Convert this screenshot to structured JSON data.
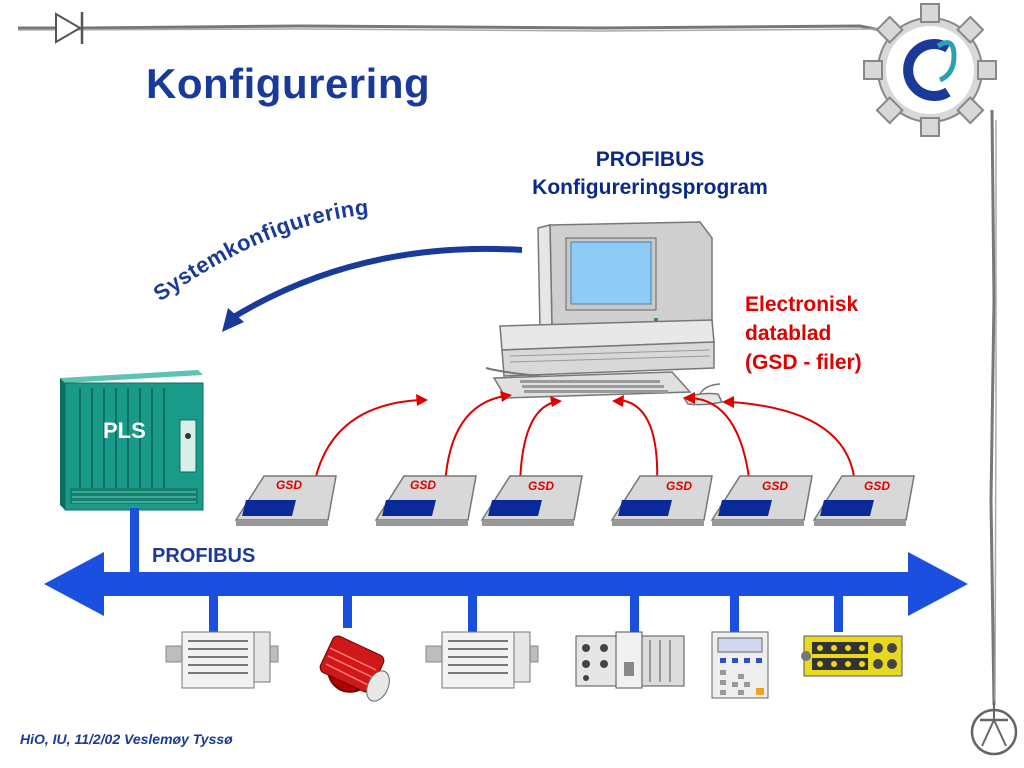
{
  "slide": {
    "title": "Konfigurering",
    "footer": "HiO, IU, 11/2/02 Veslemøy Tyssø"
  },
  "config_program": {
    "line1": "PROFIBUS",
    "line2": "Konfigureringsprogram"
  },
  "system_config": {
    "label": "Systemkonfigurering"
  },
  "gsd_description": {
    "line1": "Electronisk",
    "line2": "datablad",
    "line3": "(GSD - filer)"
  },
  "plc": {
    "label": "PLS"
  },
  "bus": {
    "label": "PROFIBUS"
  },
  "disks": [
    {
      "label": "GSD"
    },
    {
      "label": "GSD"
    },
    {
      "label": "GSD"
    },
    {
      "label": "GSD"
    },
    {
      "label": "GSD"
    },
    {
      "label": "GSD"
    }
  ],
  "devices": [
    {
      "icon": "io-module-icon"
    },
    {
      "icon": "motor-drive-icon"
    },
    {
      "icon": "io-module-icon"
    },
    {
      "icon": "controller-module-icon"
    },
    {
      "icon": "operator-panel-icon"
    },
    {
      "icon": "yellow-io-block-icon"
    }
  ],
  "colors": {
    "title_blue": "#1a3a9a",
    "bus_blue": "#1a4fe0",
    "arrow_red": "#e00000",
    "plc_teal": "#1a9a88",
    "disk_blue": "#0a2a9a"
  }
}
